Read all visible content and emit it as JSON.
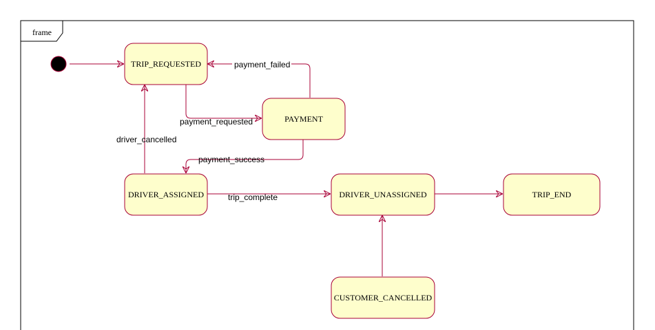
{
  "frame": {
    "label": "frame"
  },
  "states": {
    "trip_requested": "TRIP_REQUESTED",
    "payment": "PAYMENT",
    "driver_assigned": "DRIVER_ASSIGNED",
    "driver_unassigned": "DRIVER_UNASSIGNED",
    "trip_end": "TRIP_END",
    "customer_cancelled": "CUSTOMER_CANCELLED"
  },
  "transitions": {
    "payment_failed": "payment_failed",
    "payment_requested": "payment_requested",
    "driver_cancelled": "driver_cancelled",
    "payment_success": "payment_success",
    "trip_complete": "trip_complete"
  },
  "colors": {
    "state_fill": "#fefecc",
    "state_border": "#a80036",
    "edge": "#a80036",
    "initial": "#000000"
  }
}
